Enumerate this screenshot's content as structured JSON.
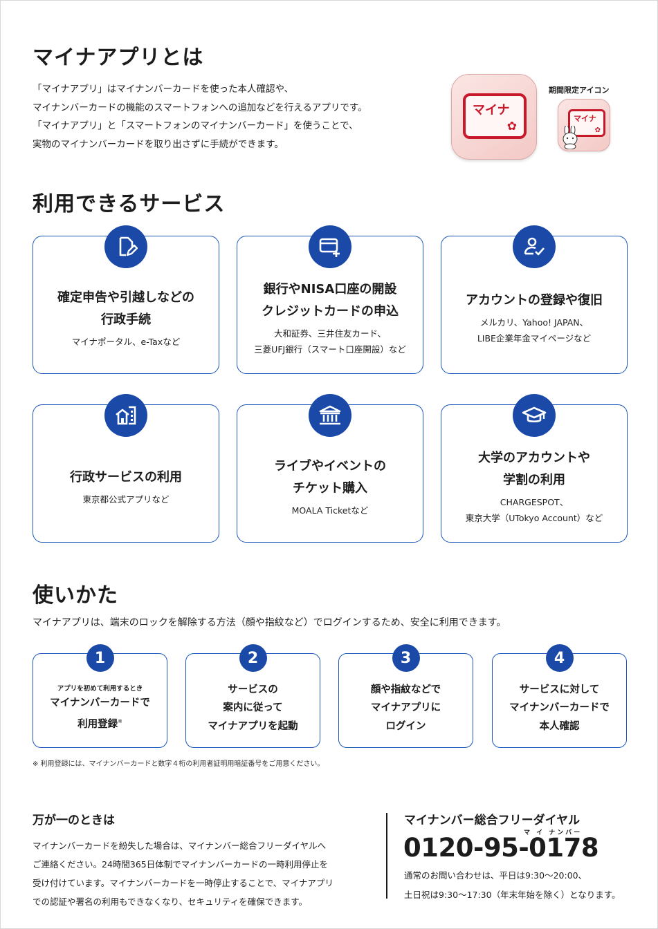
{
  "intro": {
    "title": "マイナアプリとは",
    "lines": [
      "「マイナアプリ」はマイナンバーカードを使った本人確認や、",
      "マイナンバーカードの機能のスマートフォンへの追加などを行えるアプリです。",
      "「マイナアプリ」と「スマートフォンのマイナンバーカード」を使うことで、",
      "実物のマイナンバーカードを取り出さずに手続ができます。"
    ],
    "app_icon_text": "マイナ",
    "limited_icon_label": "期間限定アイコン",
    "limited_icon_text": "マイナ",
    "icon_color": "#c8192b"
  },
  "services": {
    "title": "利用できるサービス",
    "accent": "#1a49a8",
    "items": [
      {
        "icon": "document-pen-icon",
        "title": "確定申告や引越しなどの\n行政手続",
        "sub": "マイナポータル、e-Taxなど"
      },
      {
        "icon": "card-plus-icon",
        "title": "銀行やNISA口座の開設\nクレジットカードの申込",
        "sub": "大和証券、三井住友カード、\n三菱UFJ銀行（スマート口座開設）など"
      },
      {
        "icon": "user-check-icon",
        "title": "アカウントの登録や復旧",
        "sub": "メルカリ、Yahoo! JAPAN、\nLIBE企業年金マイページなど"
      },
      {
        "icon": "government-building-icon",
        "title": "行政サービスの利用",
        "sub": "東京都公式アプリなど"
      },
      {
        "icon": "ticket-venue-icon",
        "title": "ライブやイベントの\nチケット購入",
        "sub": "MOALA Ticketなど"
      },
      {
        "icon": "graduation-cap-icon",
        "title": "大学のアカウントや\n学割の利用",
        "sub": "CHARGESPOT、\n東京大学（UTokyo Account）など"
      }
    ]
  },
  "howto": {
    "title": "使いかた",
    "text": "マイナアプリは、端末のロックを解除する方法（顔や指紋など）でログインするため、安全に利用できます。",
    "steps": [
      {
        "num": "1",
        "pre": "アプリを初めて利用するとき",
        "text": "マイナンバーカードで\n利用登録",
        "mark": "※"
      },
      {
        "num": "2",
        "pre": "",
        "text": "サービスの\n案内に従って\nマイナアプリを起動",
        "mark": ""
      },
      {
        "num": "3",
        "pre": "",
        "text": "顔や指紋などで\nマイナアプリに\nログイン",
        "mark": ""
      },
      {
        "num": "4",
        "pre": "",
        "text": "サービスに対して\nマイナンバーカードで\n本人確認",
        "mark": ""
      }
    ],
    "footnote": "※ 利用登録には、マイナンバーカードと数字４桁の利用者証明用暗証番号をご用意ください。"
  },
  "emergency": {
    "title": "万が一のときは",
    "lines": [
      "マイナンバーカードを紛失した場合は、マイナンバー総合フリーダイヤルへ",
      "ご連絡ください。24時間365日体制でマイナンバーカードの一時利用停止を",
      "受け付けています。マイナンバーカードを一時停止することで、マイナアプリ",
      "での認証や署名の利用もできなくなり、セキュリティを確保できます。"
    ]
  },
  "dial": {
    "title": "マイナンバー総合フリーダイヤル",
    "ruby": "マ イ ナンバー",
    "number": "0120-95-0178",
    "hours": [
      "通常のお問い合わせは、平日は9:30～20:00、",
      "土日祝は9:30～17:30（年末年始を除く）となります。"
    ]
  }
}
